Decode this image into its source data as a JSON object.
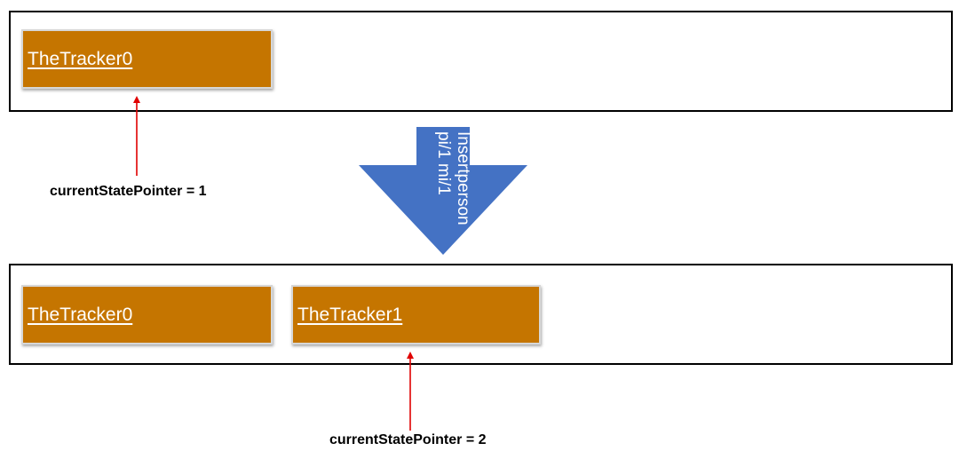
{
  "states": [
    {
      "trackers": [
        "TheTracker0"
      ],
      "pointer_label": "currentStatePointer = 1"
    },
    {
      "trackers": [
        "TheTracker0",
        "TheTracker1"
      ],
      "pointer_label": "currentStatePointer = 2"
    }
  ],
  "command": {
    "line1": "Insertperson",
    "line2": "pi/1 mi/1"
  },
  "colors": {
    "tracker_fill": "#c57500",
    "arrow_fill": "#4472c4",
    "pointer_arrow": "#e00000",
    "frame_border": "#000000"
  }
}
